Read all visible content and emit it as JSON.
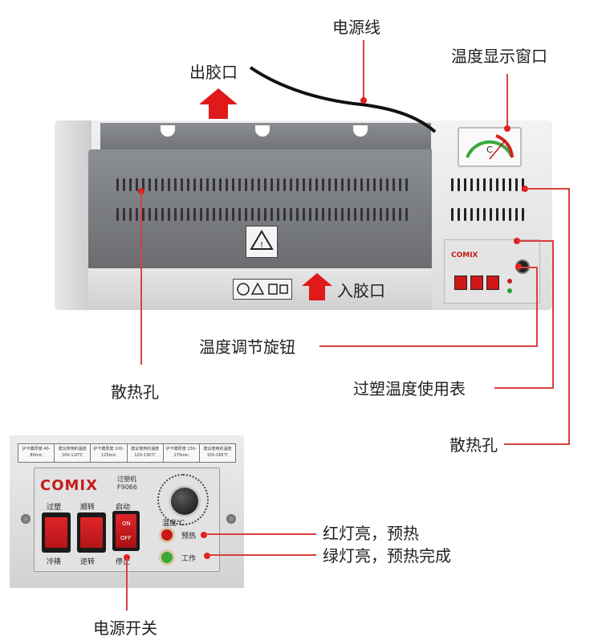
{
  "labels": {
    "power_cord": "电源线",
    "outlet": "出胶口",
    "temp_window": "温度显示窗口",
    "inlet": "入胶口",
    "temp_knob": "温度调节旋钮",
    "vent_left": "散热孔",
    "laminate_temp_table": "过塑温度使用表",
    "vent_right": "散热孔",
    "red_light": "红灯亮，预热",
    "green_light": "绿灯亮，预热完成",
    "power_switch": "电源开关"
  },
  "closeup": {
    "brand": "COMIX",
    "model_line1": "过塑机",
    "model_line2": "F9066",
    "button_left_top": "过塑",
    "button_left_bottom": "冷裱",
    "button_mid_top": "顺转",
    "button_mid_bottom": "逆转",
    "button_right_top": "启动",
    "button_right_bottom": "停止",
    "switch_on": "ON",
    "switch_off": "OFF",
    "led_preheat": "预热",
    "led_working": "工作",
    "knob_label": "温度℃",
    "strip_cells": [
      "护卡膜厚度 40-80mic",
      "建议使用的温度 100-110℃",
      "护卡膜厚度 100-125mic",
      "建议使用的温度 120-130℃",
      "护卡膜厚度 150-175mic",
      "建议使用的温度 155-165℃"
    ]
  },
  "gauge": {
    "unit": "C"
  },
  "colors": {
    "accent_red": "#e02020",
    "leader_line": "#d84040"
  }
}
